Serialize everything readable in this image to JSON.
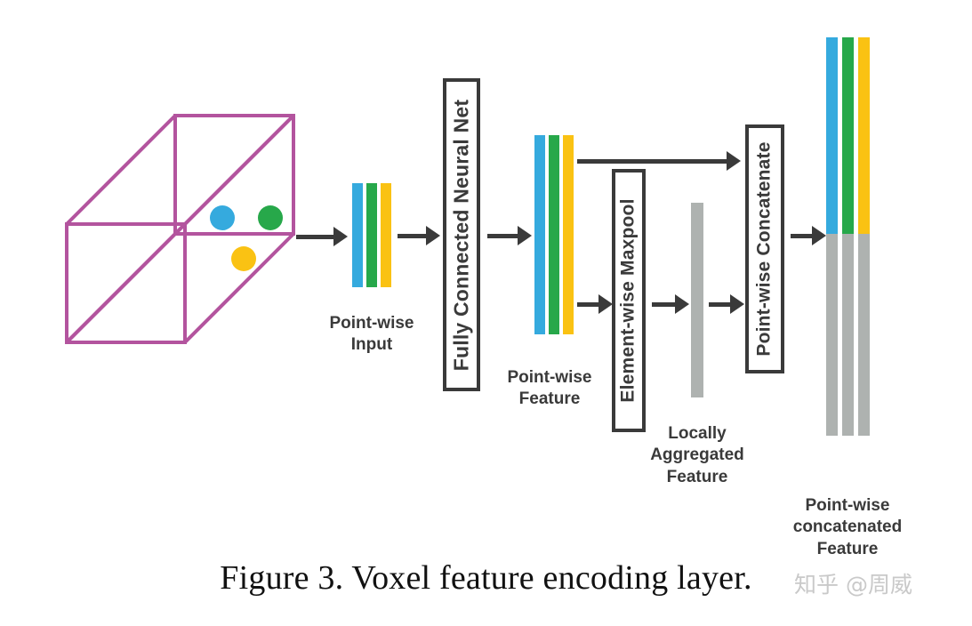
{
  "figure": {
    "caption": "Figure 3. Voxel feature encoding layer.",
    "watermark": "知乎 @周威"
  },
  "colors": {
    "blue": "#35aade",
    "green": "#27a84a",
    "yellow": "#fac213",
    "gray": "#aeb2b0",
    "voxel_outline": "#b3549e",
    "ink": "#3a3a3a",
    "caption_ink": "#111111",
    "watermark": "#c9c9c9"
  },
  "voxel": {
    "name": "voxel-cuboid",
    "points": [
      {
        "name": "point-blue",
        "color": "#35aade"
      },
      {
        "name": "point-green",
        "color": "#27a84a"
      },
      {
        "name": "point-yellow",
        "color": "#fac213"
      }
    ]
  },
  "stages": {
    "point_wise_input": {
      "label": "Point-wise\nInput",
      "bars": [
        {
          "name": "input-bar-blue",
          "color": "#35aade"
        },
        {
          "name": "input-bar-green",
          "color": "#27a84a"
        },
        {
          "name": "input-bar-yellow",
          "color": "#fac213"
        }
      ]
    },
    "fully_connected_neural_net": {
      "label": "Fully Connected Neural Net"
    },
    "point_wise_feature": {
      "label": "Point-wise\nFeature",
      "bars": [
        {
          "name": "feature-bar-blue",
          "color": "#35aade"
        },
        {
          "name": "feature-bar-green",
          "color": "#27a84a"
        },
        {
          "name": "feature-bar-yellow",
          "color": "#fac213"
        }
      ]
    },
    "element_wise_maxpool": {
      "label": "Element-wise Maxpool"
    },
    "locally_aggregated_feature": {
      "label": "Locally\nAggregated\nFeature",
      "bars": [
        {
          "name": "aggregated-bar-gray",
          "color": "#aeb2b0"
        }
      ]
    },
    "point_wise_concatenate": {
      "label": "Point-wise Concatenate"
    },
    "point_wise_concatenated_feature": {
      "label": "Point-wise\nconcatenated\nFeature",
      "bars": [
        {
          "name": "concat-bar-blue",
          "color": "#35aade"
        },
        {
          "name": "concat-bar-green",
          "color": "#27a84a"
        },
        {
          "name": "concat-bar-yellow",
          "color": "#fac213"
        },
        {
          "name": "concat-bar-gray-1",
          "color": "#aeb2b0"
        },
        {
          "name": "concat-bar-gray-2",
          "color": "#aeb2b0"
        },
        {
          "name": "concat-bar-gray-3",
          "color": "#aeb2b0"
        }
      ]
    }
  },
  "flow_arrows": [
    {
      "name": "arrow-voxel-to-input"
    },
    {
      "name": "arrow-input-to-fcnn"
    },
    {
      "name": "arrow-fcnn-to-feature"
    },
    {
      "name": "arrow-feature-to-concatenate"
    },
    {
      "name": "arrow-feature-to-maxpool"
    },
    {
      "name": "arrow-maxpool-to-aggregated"
    },
    {
      "name": "arrow-aggregated-to-concatenate"
    },
    {
      "name": "arrow-concatenate-to-output"
    }
  ]
}
